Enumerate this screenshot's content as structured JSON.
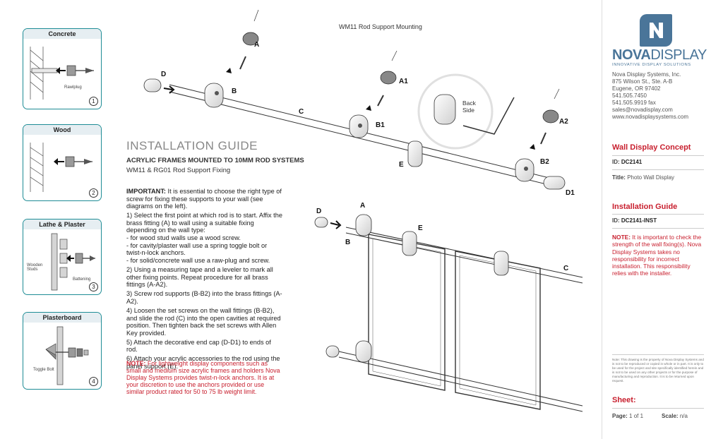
{
  "drawing_title": "WM11 Rod Support Mounting",
  "panels": [
    {
      "title": "Concrete",
      "num": "1",
      "note": "Rawlplug",
      "note2": ""
    },
    {
      "title": "Wood",
      "num": "2",
      "note": "",
      "note2": ""
    },
    {
      "title": "Lathe & Plaster",
      "num": "3",
      "note": "Wooden Studs",
      "note2": "Battening"
    },
    {
      "title": "Plasterboard",
      "num": "4",
      "note": "Toggle Bolt",
      "note2": ""
    }
  ],
  "guide": {
    "heading": "INSTALLATION GUIDE",
    "subheading": "ACRYLIC FRAMES MOUNTED TO 10MM ROD SYSTEMS",
    "subheading2": "WM11 & RG01 Rod Support Fixing",
    "important_label": "IMPORTANT:",
    "important_text": " It is essential to choose the right type of screw for fixing these supports to your wall (see diagrams on the left).",
    "step1": "1) Select the first point at which rod is to start. Affix the brass fitting (A) to wall using a suitable fixing depending on the wall type:",
    "step1a": "- for wood stud walls use a wood screw.",
    "step1b": "- for cavity/plaster wall use a spring toggle bolt or twist-n-lock anchors.",
    "step1c": "- for solid/concrete wall use a raw-plug and screw.",
    "step2": "2) Using a measuring tape and a leveler to mark all other fixing points. Repeat procedure for all brass fittings (A-A2).",
    "step3": "3)  Screw rod supports (B-B2) into the brass fittings (A-A2).",
    "step4": "4) Loosen the set screws on the wall fittings (B-B2), and slide the rod (C) into the open cavities at required position. Then tighten back the set screws with Allen Key provided.",
    "step5": "5) Attach the decorative end cap (D-D1) to ends of rod.",
    "step6": "6) Attach your acrylic accessories to the rod using the panel support (E).",
    "note_label": "NOTE:",
    "note_text": " For lightweight display components such as small and medium size acrylic frames and holders Nova Display Systems provides twist-n-lock anchors. It is at your discretion to use the anchors provided or use similar product rated for 50 to 75 lb weight limit."
  },
  "diagram_labels": {
    "A": "A",
    "A1": "A1",
    "A2": "A2",
    "B": "B",
    "B1": "B1",
    "B2": "B2",
    "C": "C",
    "D": "D",
    "D1": "D1",
    "E": "E",
    "back_side": "Back Side"
  },
  "company": {
    "logo_bold": "NOVA",
    "logo_light": "DISPLAY",
    "tagline": "INNOVATIVE DISPLAY SOLUTIONS",
    "name": "Nova Display Systems, Inc.",
    "address1": "875 Wilson St., Ste. A-B",
    "address2": "Eugene, OR 97402",
    "phone": "541.505.7450",
    "fax": "541.505.9919 fax",
    "email": "sales@novadisplay.com",
    "web": "www.novadisplaysystems.com",
    "brand_color": "#4a7599"
  },
  "concept": {
    "heading": "Wall Display Concept",
    "id_label": "ID:",
    "id_value": "DC2141",
    "title_label": "Title:",
    "title_value": "Photo Wall Display"
  },
  "install": {
    "heading": "Installation Guide",
    "id_label": "ID:",
    "id_value": "DC2141-INST",
    "note_label": "NOTE:",
    "note_text": " It is important to check the strength of the wall fixing(s). Nova Display Systems takes no responsibility for incorrect installation. This responsibility relies with the installer."
  },
  "legal": "Note: This drawing is the property of Nova Display Systems and is not to be reproduced or copied in whole or in part. It is only to be used for the project and site specifically identified herein and is not to be used on any other projects or for the purpose of manufacturing and reproduction. It is to be returned upon request.",
  "sheet": {
    "heading": "Sheet:",
    "page_label": "Page:",
    "page_value": "1 of 1",
    "scale_label": "Scale:",
    "scale_value": "n/a"
  }
}
